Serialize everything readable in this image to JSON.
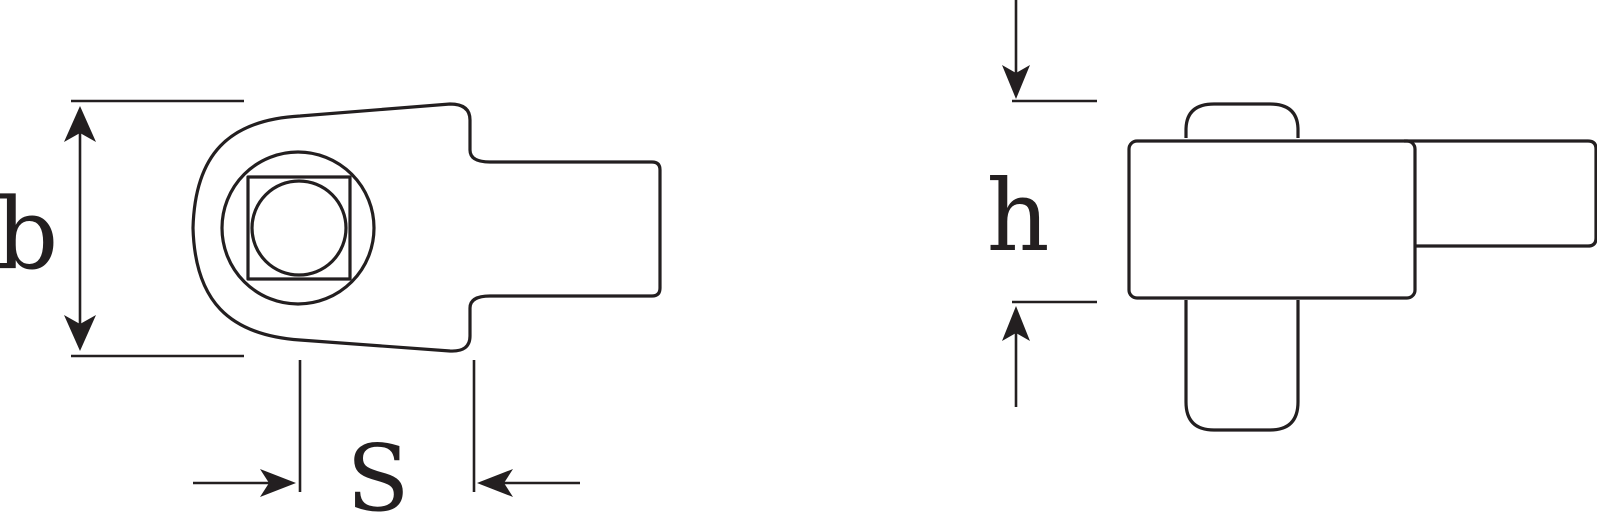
{
  "diagram": {
    "line_color": "#231f20",
    "background": "#ffffff",
    "left_view": {
      "width_label": "b",
      "square_label": "S"
    },
    "right_view": {
      "height_label": "h"
    }
  }
}
